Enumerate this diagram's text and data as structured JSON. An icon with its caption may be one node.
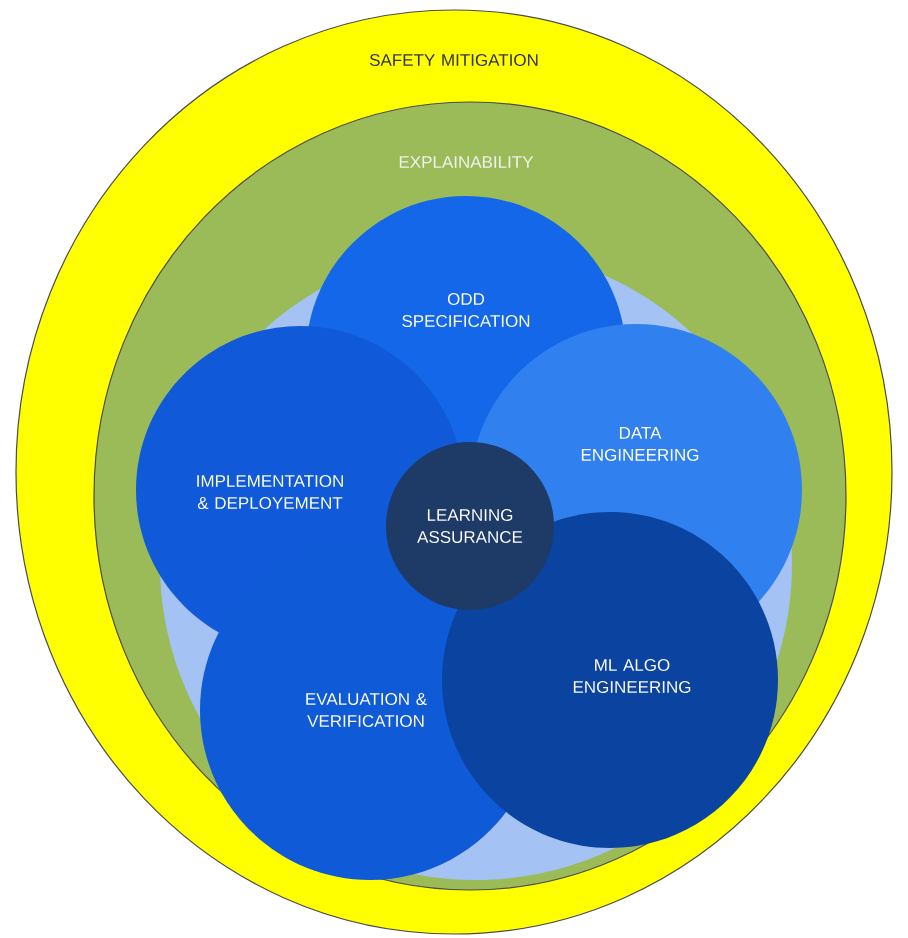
{
  "diagram": {
    "nodes": [
      {
        "text": [
          "SAFETY MITIGATION"
        ]
      },
      {
        "text": [
          "EXPLAINABILITY"
        ],
        "in": 0
      },
      {
        "text": [
          "ODD SPECIFICATION"
        ],
        "in": 1
      },
      {
        "text": [
          "DATA ENGINEERING"
        ],
        "in": 1
      },
      {
        "text": [
          "IMPLEMENTATION & DEPLOYEMENT"
        ],
        "in": 1
      },
      {
        "text": [
          "EVALUATION & VERIFICATION"
        ],
        "in": 1
      },
      {
        "text": [
          "ML ALGO ENGINEERING"
        ],
        "in": 1
      },
      {
        "text": [
          "LEARNING ASSURANCE"
        ],
        "in": 1
      }
    ]
  }
}
